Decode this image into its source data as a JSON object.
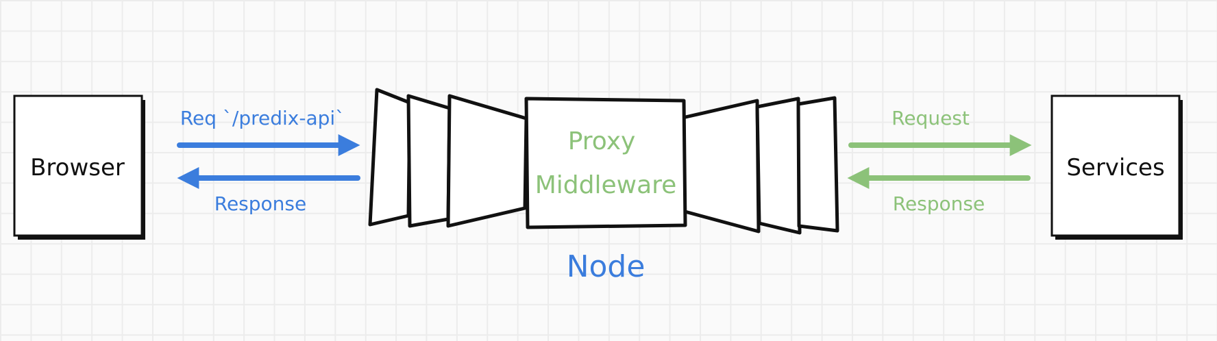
{
  "browser": {
    "label": "Browser"
  },
  "services": {
    "label": "Services"
  },
  "proxy": {
    "line1": "Proxy",
    "line2": "Middleware"
  },
  "node": {
    "label": "Node"
  },
  "left_arrows": {
    "request": "Req `/predix-api`",
    "response": "Response"
  },
  "right_arrows": {
    "request": "Request",
    "response": "Response"
  },
  "colors": {
    "blue": "#3b7ddd",
    "green": "#8cc279",
    "ink": "#111111"
  }
}
